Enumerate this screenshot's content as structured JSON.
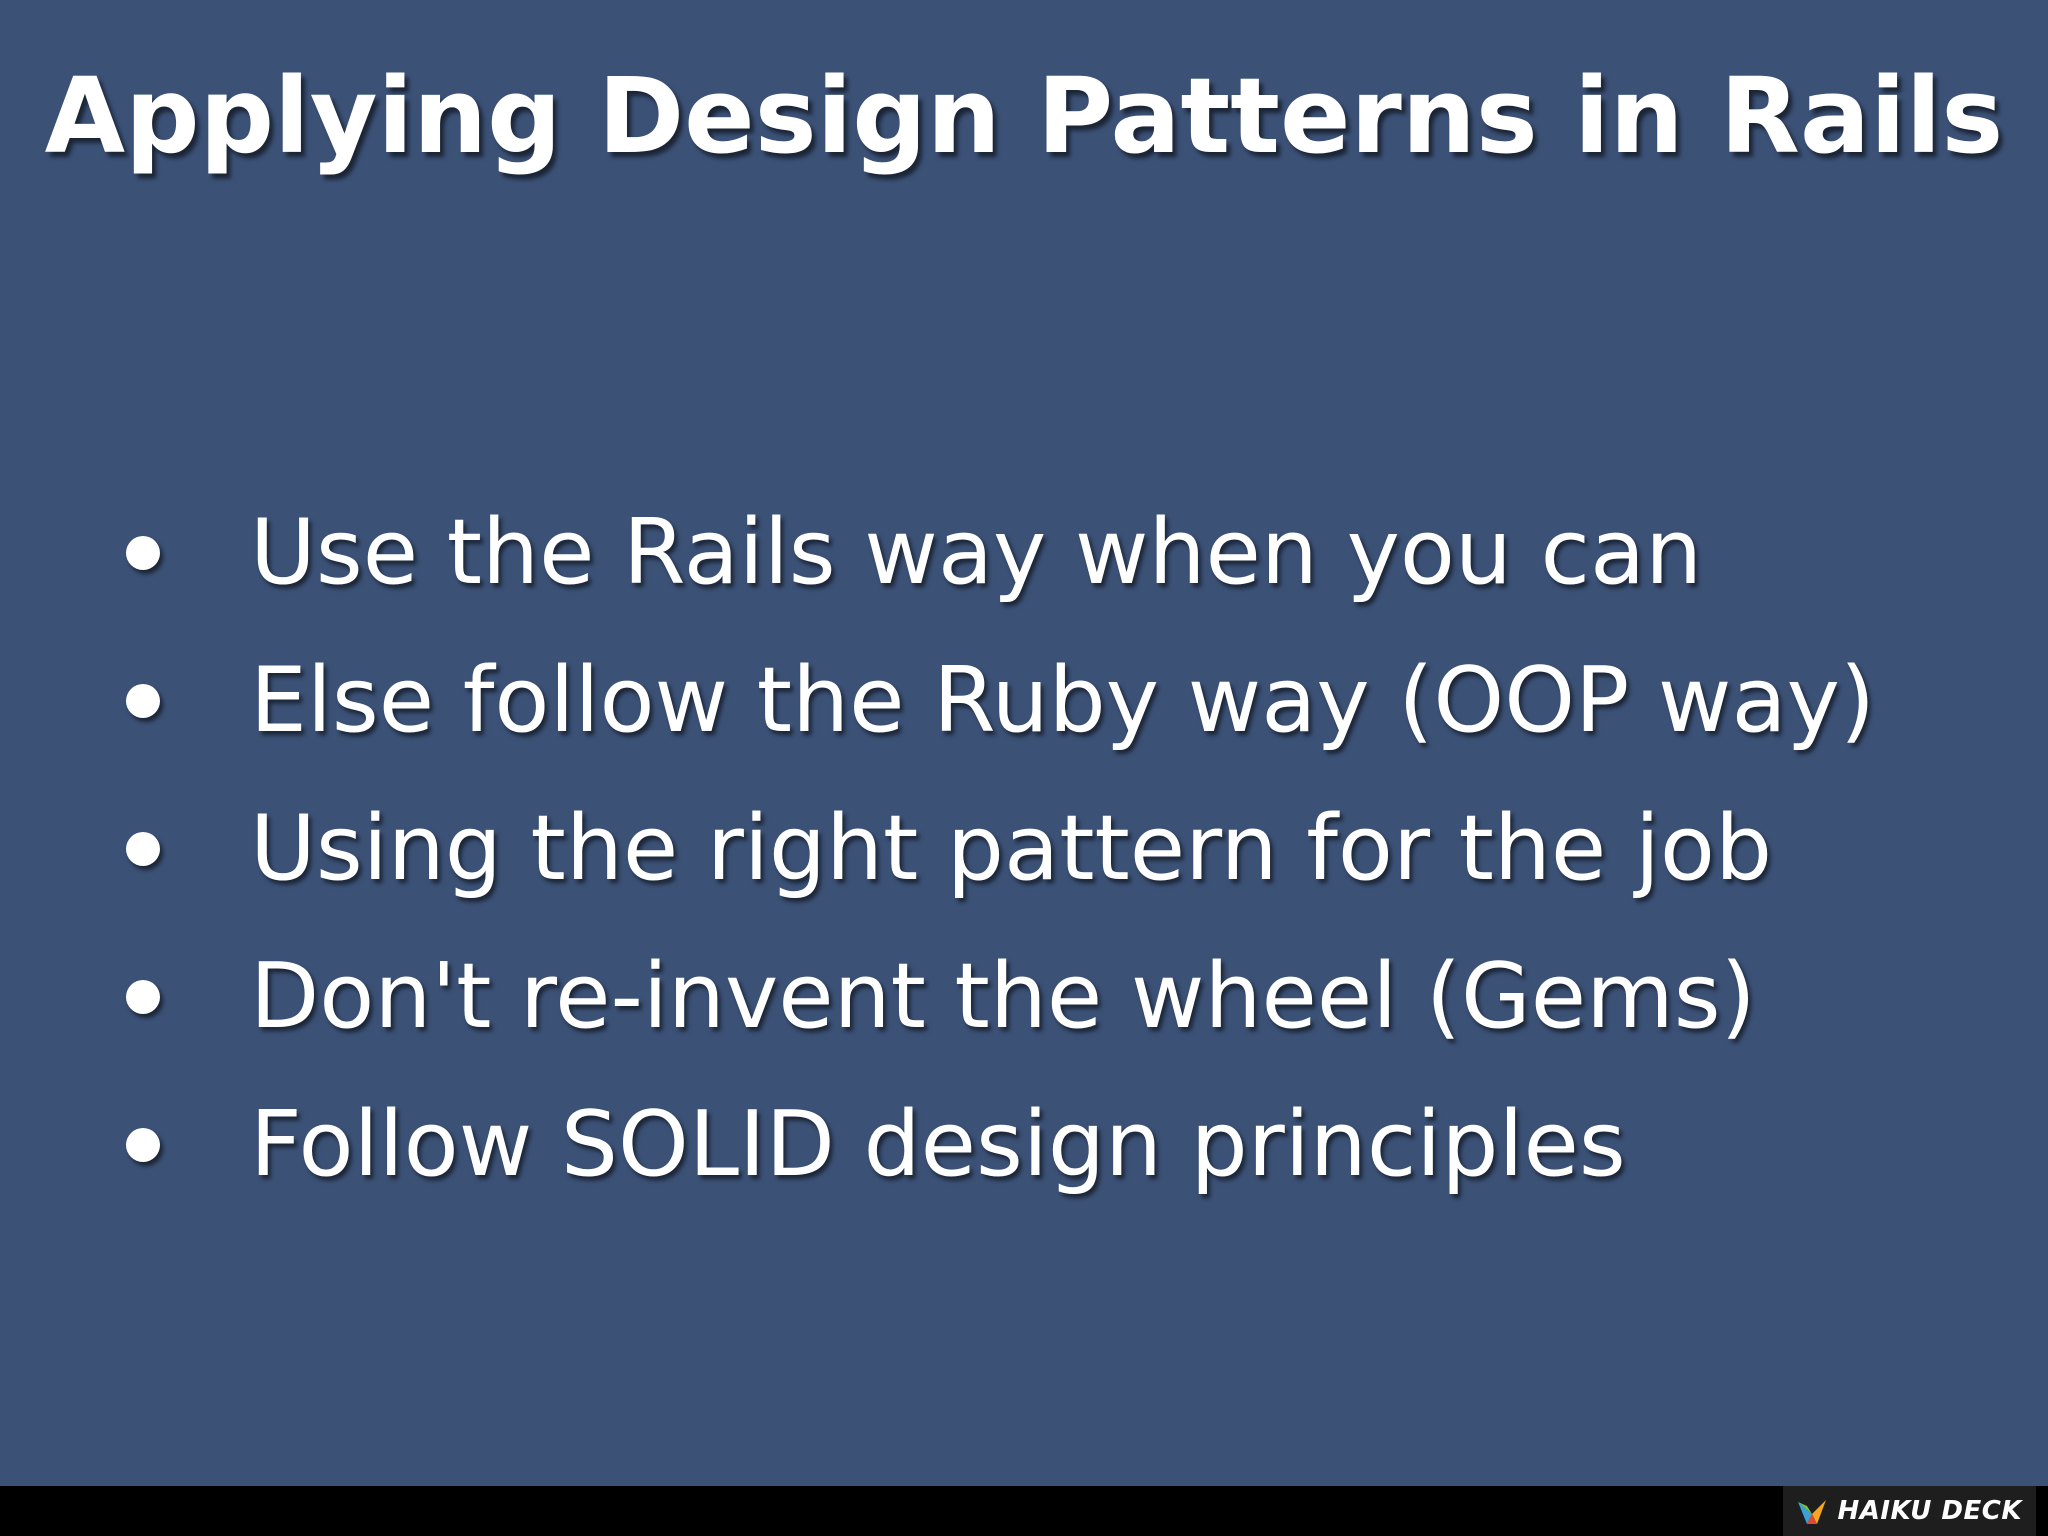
{
  "slide": {
    "title": "Applying Design Patterns in Rails",
    "bullets": [
      "Use the Rails way when you can",
      "Else follow the Ruby way (OOP way)",
      "Using the right pattern for the job",
      "Don't re-invent the wheel (Gems)",
      "Follow SOLID design principles"
    ]
  },
  "footer": {
    "brand_text": "HAIKU DECK",
    "brand_icon": "haiku-deck-logo-icon"
  },
  "colors": {
    "background": "#3b5176",
    "text": "#ffffff",
    "footer": "#000000"
  }
}
